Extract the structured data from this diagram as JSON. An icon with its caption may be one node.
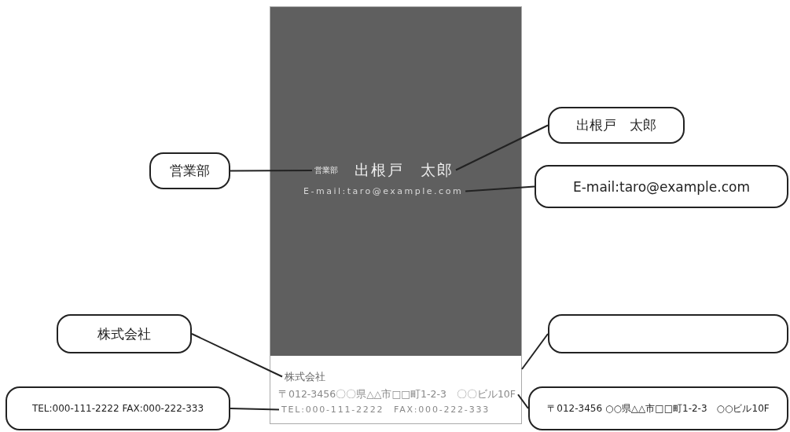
{
  "diagram": {
    "nodes": [
      {
        "text": [],
        "shape": "box"
      },
      {
        "text": [
          "営業部"
        ],
        "in": 0
      },
      {
        "text": [
          "出根戸　太郎"
        ],
        "in": 0
      },
      {
        "text": [
          "E-mail:taro@example.com"
        ],
        "in": 0
      },
      {
        "text": [
          "株式会社"
        ],
        "in": 0
      },
      {
        "text": [
          "〒012-3456〇〇県△△市□□町1-2-3　〇〇ビル10F"
        ],
        "in": 0
      },
      {
        "text": [
          "TEL:000-111-2222　FAX:000-222-333"
        ],
        "in": 0
      },
      {
        "text": [
          "出根戸　太郎"
        ]
      },
      {
        "text": [
          "営業部"
        ]
      },
      {
        "text": [
          "E-mail:taro@example.com"
        ]
      },
      {
        "text": [
          "株式会社"
        ]
      },
      {
        "text": [],
        "shape": "box"
      },
      {
        "text": [
          "TEL:000-111-2222 FAX:000-222-333"
        ]
      },
      {
        "text": [
          "〒012-3456 ○○県△△市□□町1-2-3　○○ビル10F"
        ]
      }
    ],
    "edges": [
      {
        "from": 7,
        "to": 2,
        "arrow": "none"
      },
      {
        "from": 8,
        "to": 1,
        "arrow": "none"
      },
      {
        "from": 9,
        "to": 3,
        "arrow": "none"
      },
      {
        "from": 10,
        "to": 4,
        "arrow": "none"
      },
      {
        "from": 11,
        "to": 0,
        "arrow": "none"
      },
      {
        "from": 12,
        "to": 6,
        "arrow": "none"
      },
      {
        "from": 13,
        "to": 5,
        "arrow": "none"
      }
    ]
  }
}
